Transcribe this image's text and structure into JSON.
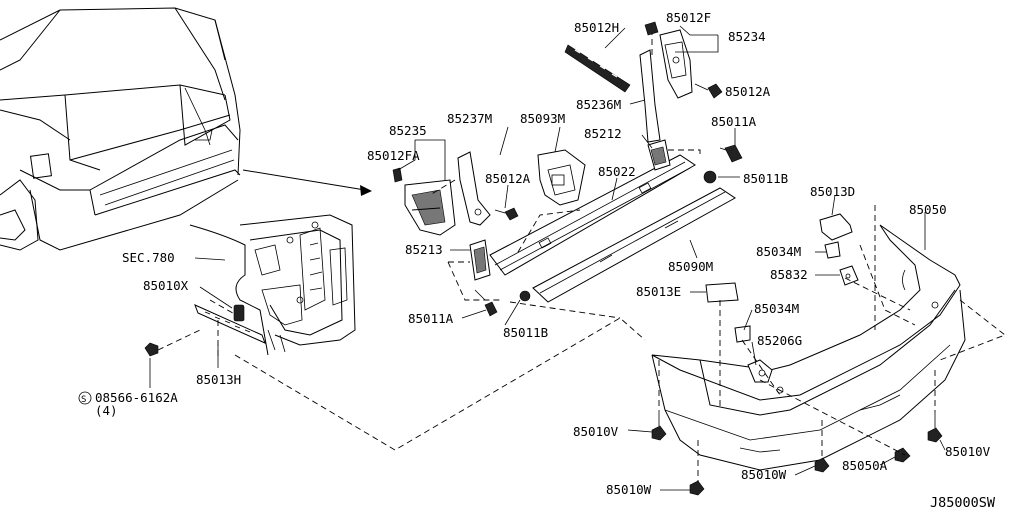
{
  "parts": {
    "p85012H": "85012H",
    "p85012F": "85012F",
    "p85234": "85234",
    "p85012A_top": "85012A",
    "p85236M": "85236M",
    "p85011A_top": "85011A",
    "p85235": "85235",
    "p85237M": "85237M",
    "p85093M": "85093M",
    "p85212": "85212",
    "p85012FA": "85012FA",
    "p85012A_mid": "85012A",
    "p85022": "85022",
    "p85011B_right": "85011B",
    "p85013D": "85013D",
    "p85050": "85050",
    "p85213": "85213",
    "p85034M_top": "85034M",
    "p85090M": "85090M",
    "p85832": "85832",
    "sec780": "SEC.780",
    "p85010X": "85010X",
    "p85013E": "85013E",
    "p85034M_bot": "85034M",
    "p85011A_bot": "85011A",
    "p85011B_bot": "85011B",
    "p85206G": "85206G",
    "p85013H": "85013H",
    "p08566": "08566-6162A",
    "p08566_qty": "(4)",
    "p85010V_left": "85010V",
    "p85010V_right": "85010V",
    "p85010W_left": "85010W",
    "p85010W_mid": "85010W",
    "p85050A": "85050A",
    "drawing_code": "J85000SW",
    "screw_symbol": "S"
  }
}
